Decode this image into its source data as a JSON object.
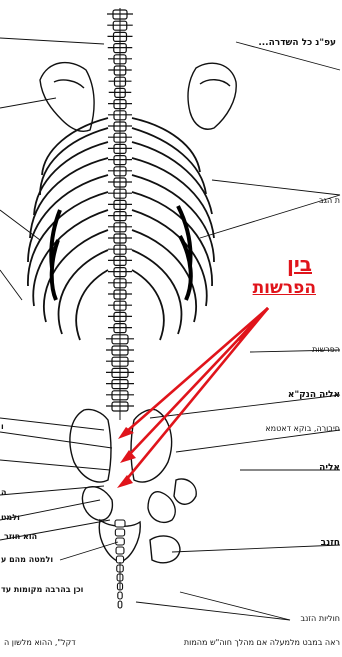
{
  "labels": {
    "top_right": "עפ\"נ כל השדרה...",
    "ribs_right": "ת הגב",
    "between_title_line1": "בין",
    "between_title_line2": "הפרשות",
    "pelvis_right_1": "הפרשות",
    "pelvis_right_2": "אליה הנק\"א",
    "pelvis_right_3": "חיבורה, בוקא דאטמא",
    "pelvis_right_4": "אליה",
    "tail_right_1": "חזנב",
    "tail_right_2": "חוליות הזנב",
    "left_1": "ו",
    "left_2": "ה",
    "left_3": "ולמט",
    "left_4": "הוא חוזר",
    "left_5": "ולמטה מהם ע",
    "left_6": "וכן בהרבה מקומות עד",
    "bottom_left": "דקל\", ההוא מלשון ה",
    "bottom_right": "ראה במבט מלמעלה אם מהלך חוה\"ש מהמות"
  },
  "colors": {
    "arrow": "#e0141b",
    "line": "#111111",
    "bone_fill": "#ffffff",
    "shadow": "#000000"
  }
}
